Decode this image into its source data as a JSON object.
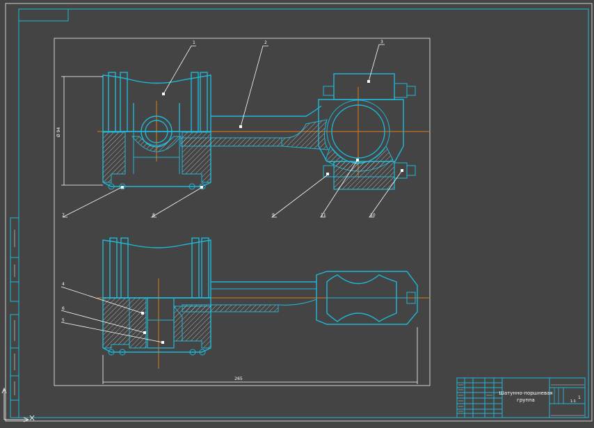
{
  "colors": {
    "background": "#444444",
    "frame": "#d0d0d0",
    "contour": "#1fb8d8",
    "centerline": "#e07a1a",
    "annotation": "#ffffff",
    "hatch": "#cfcfcf"
  },
  "callouts": {
    "c1": "1",
    "c2": "2",
    "c3": "3",
    "c4": "4",
    "c5": "5",
    "c6": "6",
    "c7": "7",
    "c8": "8",
    "c9": "9",
    "c11": "11",
    "c10": "10"
  },
  "dimensions": {
    "piston_diameter": "Ø 94",
    "overall_length": "265"
  },
  "title_block": {
    "name_line1": "Шатунно-поршневая",
    "name_line2": "группа",
    "sheet_count": "1",
    "scale": "1:1"
  },
  "icons": [
    "ucs-axis-icon"
  ]
}
